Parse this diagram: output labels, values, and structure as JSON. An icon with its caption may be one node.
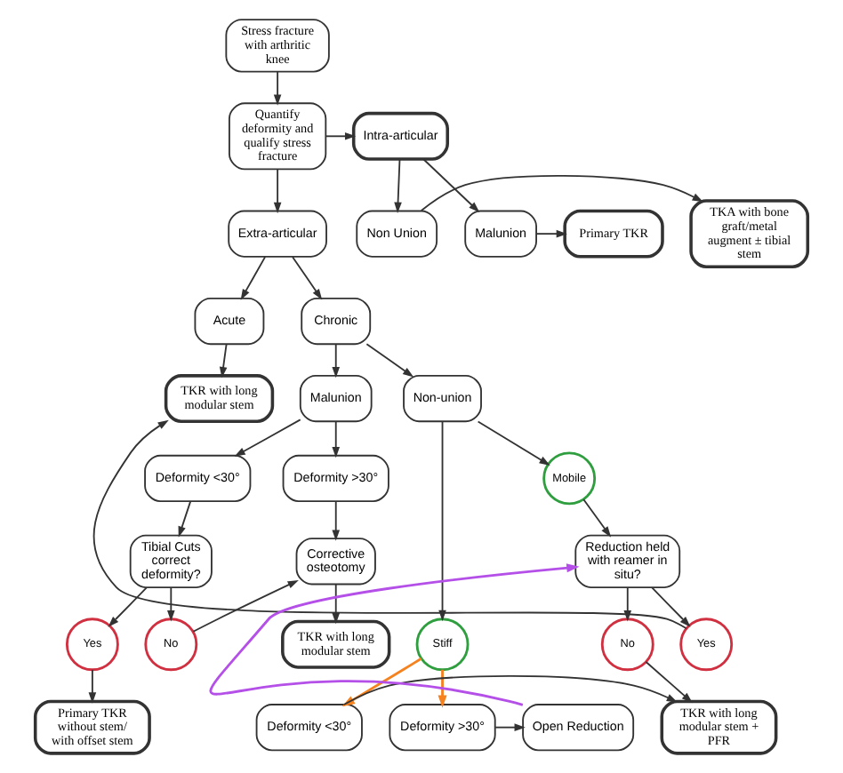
{
  "diagram": {
    "nodes": [
      {
        "text": [
          "Stress fracture with arthritic knee"
        ]
      },
      {
        "text": [
          "Quantify deformity and qualify stress fracture"
        ]
      },
      {
        "text": [
          "Intra-articular"
        ]
      },
      {
        "text": [
          "Non Union"
        ]
      },
      {
        "text": [
          "TKA with bone graft/metal augment ± tibial stem"
        ]
      },
      {
        "text": [
          "Malunion"
        ]
      },
      {
        "text": [
          "Primary TKR"
        ]
      },
      {
        "text": [
          "Extra-articular"
        ]
      },
      {
        "text": [
          "Acute"
        ]
      },
      {
        "text": [
          "Chronic"
        ]
      },
      {
        "text": [
          "TKR with long modular stem"
        ]
      },
      {
        "text": [
          "Non-union"
        ]
      },
      {
        "text": [
          "Malunion"
        ]
      },
      {
        "text": [
          "Mobile"
        ]
      },
      {
        "text": [
          "Stiff"
        ]
      },
      {
        "text": [
          "Yes"
        ]
      },
      {
        "text": [
          "Reduction held with reamer in situ?"
        ]
      },
      {
        "text": [
          "No"
        ]
      },
      {
        "text": [
          "Deformity >30°"
        ]
      },
      {
        "text": [
          "Deformity <30°"
        ]
      },
      {
        "text": [
          "Corrective osteotomy"
        ]
      },
      {
        "text": [
          "Tibial Cuts correct deformity?"
        ]
      },
      {
        "text": [
          "TKR with long modular stem"
        ]
      },
      {
        "text": [
          "No"
        ]
      },
      {
        "text": [
          "Yes"
        ]
      },
      {
        "text": [
          "Primary TKR without stem/ with offset stem"
        ]
      },
      {
        "text": [
          "TKR with long modular stem + PFR"
        ]
      },
      {
        "text": [
          "Deformity <30°"
        ]
      },
      {
        "text": [
          "Deformity >30°"
        ]
      },
      {
        "text": [
          "Open Reduction"
        ]
      }
    ],
    "edges": [
      {
        "from": 0,
        "to": 1,
        "arrow": "to"
      },
      {
        "from": 1,
        "to": 2,
        "arrow": "to"
      },
      {
        "from": 1,
        "to": 7,
        "arrow": "to"
      },
      {
        "from": 2,
        "to": 3,
        "arrow": "to"
      },
      {
        "from": 2,
        "to": 5,
        "arrow": "to"
      },
      {
        "from": 3,
        "to": 4,
        "arrow": "to"
      },
      {
        "from": 5,
        "to": 6,
        "arrow": "to"
      },
      {
        "from": 7,
        "to": 8,
        "arrow": "to"
      },
      {
        "from": 7,
        "to": 9,
        "arrow": "to"
      },
      {
        "from": 8,
        "to": 10,
        "arrow": "to"
      },
      {
        "from": 9,
        "to": 11,
        "arrow": "to"
      },
      {
        "from": 9,
        "to": 12,
        "arrow": "to"
      },
      {
        "from": 11,
        "to": 13,
        "arrow": "to"
      },
      {
        "from": 11,
        "to": 14,
        "arrow": "to"
      },
      {
        "from": 13,
        "to": 16,
        "arrow": "to"
      },
      {
        "from": 16,
        "to": 15,
        "arrow": "to"
      },
      {
        "from": 15,
        "to": 10,
        "arrow": "to"
      },
      {
        "from": 16,
        "to": 17,
        "arrow": "to"
      },
      {
        "from": 17,
        "to": 26,
        "arrow": "to"
      },
      {
        "from": 14,
        "to": 27,
        "arrow": "to",
        "color": "#f5821f"
      },
      {
        "from": 14,
        "to": 28,
        "arrow": "to",
        "color": "#f5821f"
      },
      {
        "from": 27,
        "to": 26,
        "arrow": "to"
      },
      {
        "from": 28,
        "to": 29,
        "arrow": "to"
      },
      {
        "from": 29,
        "to": 16,
        "arrow": "to",
        "color": "#b44fe8"
      },
      {
        "from": 12,
        "to": 18,
        "arrow": "to"
      },
      {
        "from": 12,
        "to": 19,
        "arrow": "to"
      },
      {
        "from": 18,
        "to": 20,
        "arrow": "to"
      },
      {
        "from": 20,
        "to": 22,
        "arrow": "to"
      },
      {
        "from": 19,
        "to": 21,
        "arrow": "to"
      },
      {
        "from": 21,
        "to": 23,
        "arrow": "to"
      },
      {
        "from": 21,
        "to": 24,
        "arrow": "to"
      },
      {
        "from": 23,
        "to": 20,
        "arrow": "to"
      },
      {
        "from": 24,
        "to": 25,
        "arrow": "to"
      }
    ]
  }
}
